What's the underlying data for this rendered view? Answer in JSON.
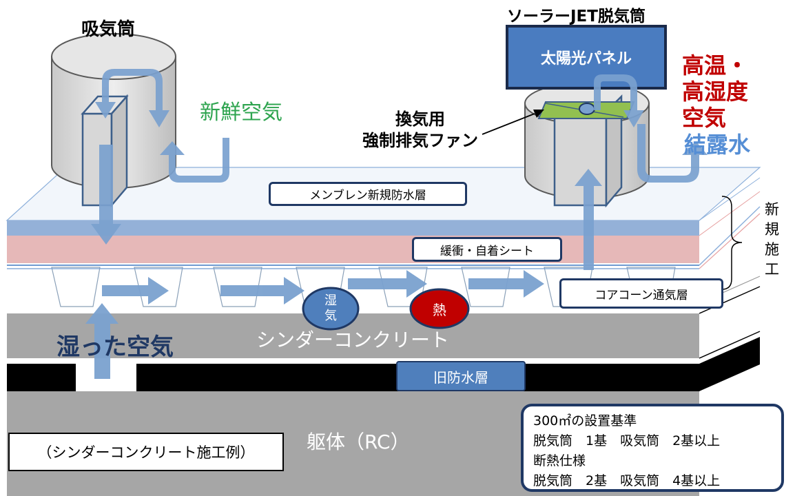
{
  "labels": {
    "intake_title": "吸気筒",
    "fresh_air": "新鮮空気",
    "solar_jet_title": "ソーラーJET脱気筒",
    "solar_panel": "太陽光パネル",
    "hot_air": "高温・\n高湿度\n空気",
    "condensation": "結露水",
    "fan": "換気用\n強制排気ファン",
    "membrane": "メンブレン新規防水層",
    "cushion": "緩衝・自着シート",
    "new_construction": "新\n規\n施\n工",
    "core_cone": "コアコーン通気層",
    "moisture": "湿\n気",
    "heat": "熱",
    "cinder": "シンダーコンクリート",
    "humid_air": "湿った空気",
    "old_waterproof": "旧防水層",
    "body": "躯体（RC）",
    "example": "（シンダーコンクリート施工例）"
  },
  "standards": {
    "lines": [
      "300㎡の設置基準",
      "脱気筒　1基　吸気筒　2基以上",
      "断熱仕様",
      "脱気筒　2基　吸気筒　4基以上"
    ]
  },
  "colors": {
    "arrow": "#7aa1cf",
    "membrane": "#94b1d8",
    "cushion": "#e6b8b8",
    "concrete": "#a6a6a6",
    "black_layer": "#000000",
    "node_blue": "#4f7fbc",
    "node_red": "#c00000",
    "fresh_air_green": "#2ea44f",
    "hot_air_red": "#c00000",
    "condensation_blue": "#558ed5",
    "panel_blue": "#4a7cc0",
    "dark_navy": "#1f3864"
  }
}
